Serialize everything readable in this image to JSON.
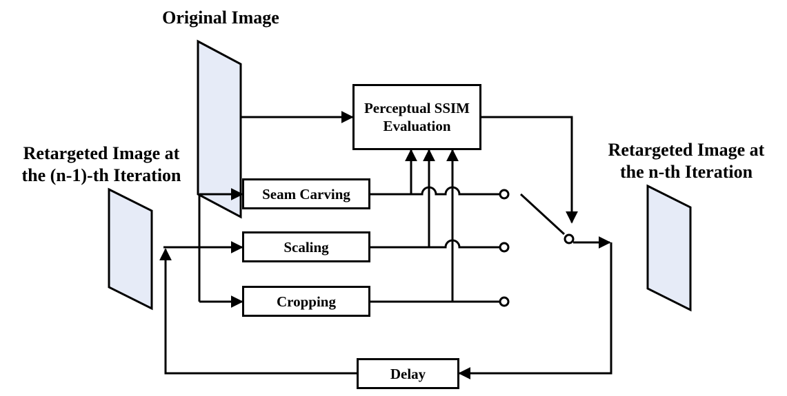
{
  "labels": {
    "original": "Original Image",
    "prev_line1": "Retargeted Image at",
    "prev_line2": "the (n-1)-th Iteration",
    "next_line1": "Retargeted Image at",
    "next_line2": "the n-th Iteration"
  },
  "blocks": {
    "evaluation_line1": "Perceptual SSIM",
    "evaluation_line2": "Evaluation",
    "seam_carving": "Seam Carving",
    "scaling": "Scaling",
    "cropping": "Cropping",
    "delay": "Delay"
  },
  "colors": {
    "image_fill": "#e6ebf7",
    "stroke": "#000000"
  }
}
